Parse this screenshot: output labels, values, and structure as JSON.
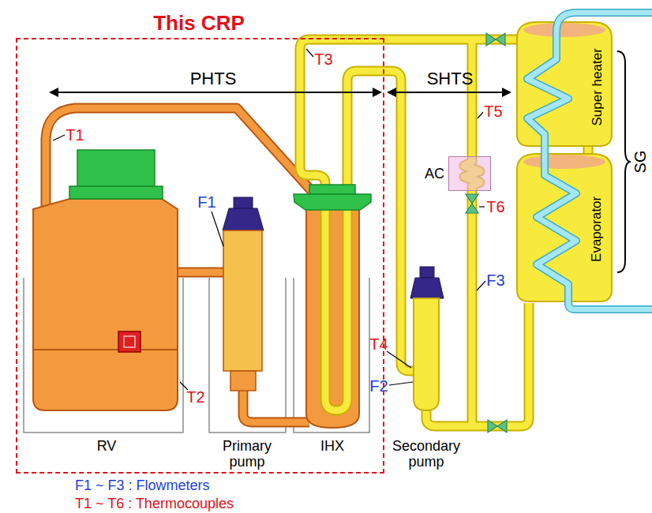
{
  "diagram": {
    "nodes": [
      {
        "text": [
          "This CRP"
        ]
      },
      {
        "text": [
          "AC"
        ]
      }
    ],
    "labels": [
      "PHTS",
      "SHTS",
      "T1",
      "T2",
      "T3",
      "T4",
      "T5",
      "T6",
      "F1",
      "F2",
      "F3",
      "RV",
      "Primary pump",
      "IHX",
      "Secondary pump",
      "Super heater",
      "Evaporator",
      "SG",
      "F1 ~ F3 : Flowmeters",
      "T1 ~ T6 : Thermocouples"
    ]
  }
}
